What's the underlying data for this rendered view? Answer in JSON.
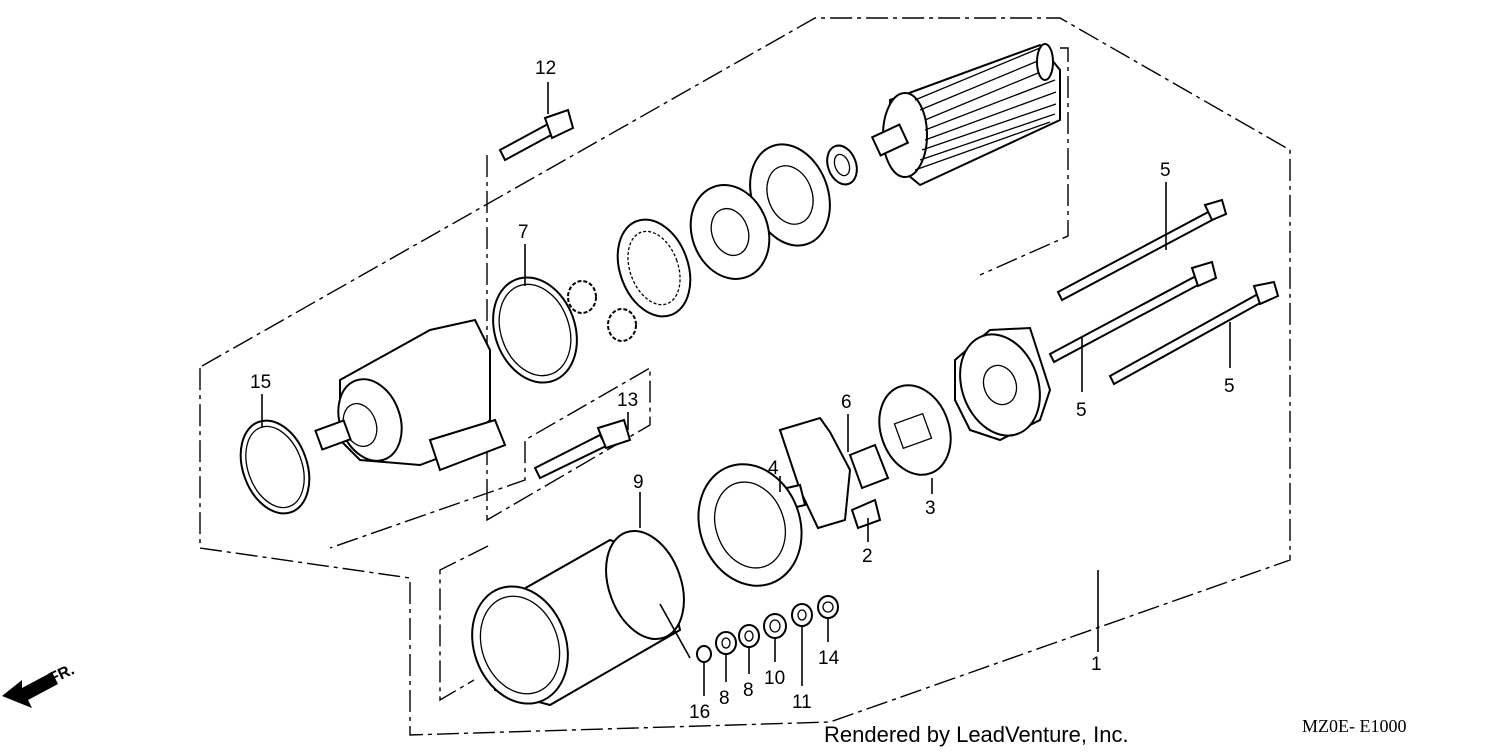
{
  "diagram": {
    "callouts": [
      "1",
      "2",
      "3",
      "4",
      "5",
      "5",
      "5",
      "6",
      "7",
      "8",
      "8",
      "9",
      "10",
      "11",
      "12",
      "13",
      "14",
      "15",
      "16"
    ],
    "front_indicator": "FR.",
    "credit": "Rendered by LeadVenture, Inc.",
    "diagram_code": "MZ0E- E1000"
  }
}
